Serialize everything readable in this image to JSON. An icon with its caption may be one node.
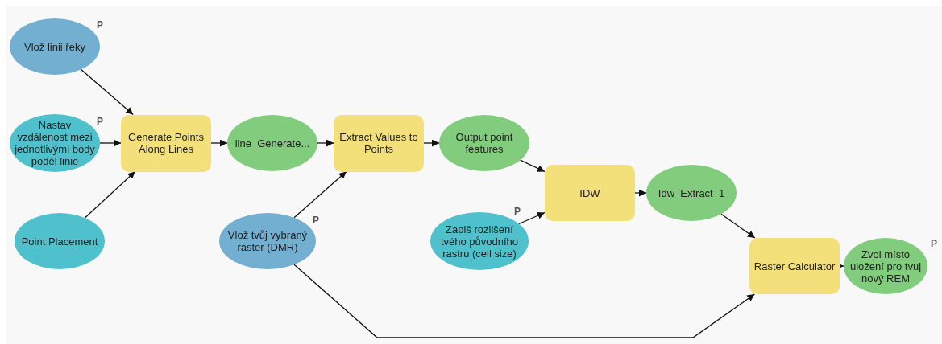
{
  "diagram": {
    "nodes": [
      {
        "text": [
          "Vlož linii řeky"
        ],
        "beside": [
          "P"
        ]
      },
      {
        "text": [
          "Nastav vzdálenost mezi jednotlivými body podél linie"
        ],
        "beside": [
          "P"
        ]
      },
      {
        "text": [
          "Point Placement"
        ]
      },
      {
        "text": [
          "Generate Points Along Lines"
        ]
      },
      {
        "text": [
          "line_Generate..."
        ]
      },
      {
        "text": [
          "Extract Values to Points"
        ]
      },
      {
        "text": [
          "Output point features"
        ]
      },
      {
        "text": [
          "Vlož tvůj vybraný raster (DMR)"
        ],
        "beside": [
          "P"
        ]
      },
      {
        "text": [
          "IDW"
        ]
      },
      {
        "text": [
          "Zapiš rozlišení tvého původního rastru (cell size)"
        ],
        "beside": [
          "P"
        ]
      },
      {
        "text": [
          "Idw_Extract_1"
        ]
      },
      {
        "text": [
          "Raster Calculator"
        ]
      },
      {
        "text": [
          "Zvol místo uložení pro tvuj nový REM"
        ],
        "beside": [
          "P"
        ]
      }
    ],
    "edges": [
      {
        "from": 0,
        "to": 3,
        "arrow": "to"
      },
      {
        "from": 1,
        "to": 3,
        "arrow": "to"
      },
      {
        "from": 2,
        "to": 3,
        "arrow": "to"
      },
      {
        "from": 3,
        "to": 4,
        "arrow": "to"
      },
      {
        "from": 4,
        "to": 5,
        "arrow": "to"
      },
      {
        "from": 7,
        "to": 5,
        "arrow": "to"
      },
      {
        "from": 5,
        "to": 6,
        "arrow": "to"
      },
      {
        "from": 6,
        "to": 8,
        "arrow": "to"
      },
      {
        "from": 9,
        "to": 8,
        "arrow": "to"
      },
      {
        "from": 8,
        "to": 10,
        "arrow": "to"
      },
      {
        "from": 10,
        "to": 11,
        "arrow": "to"
      },
      {
        "from": 7,
        "to": 11,
        "arrow": "to"
      },
      {
        "from": 11,
        "to": 12,
        "arrow": "to"
      }
    ]
  }
}
